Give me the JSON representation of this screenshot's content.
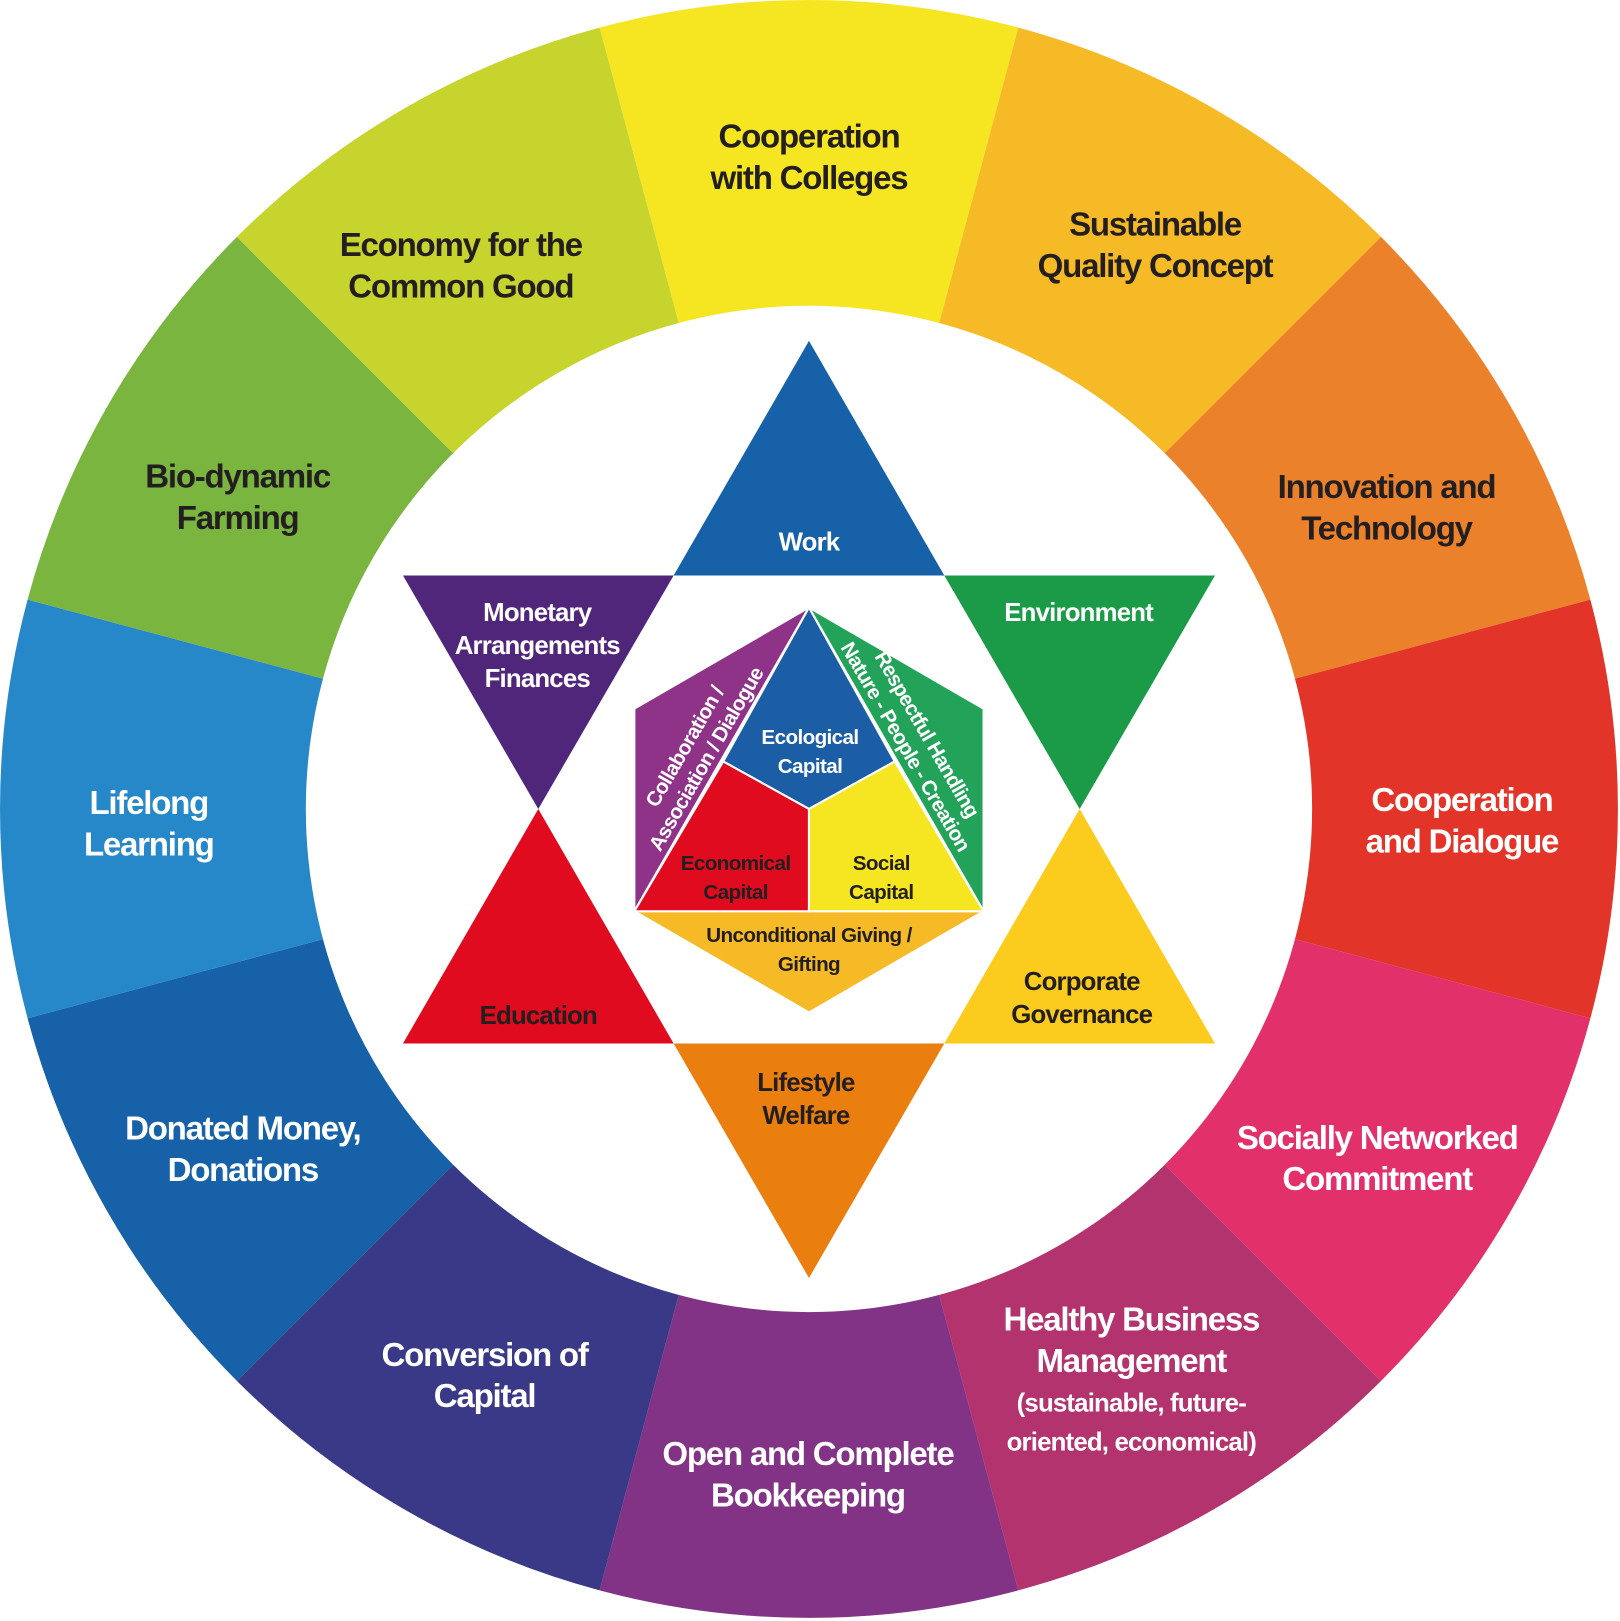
{
  "ring": [
    {
      "lines": [
        "Cooperation",
        "with Colleges"
      ],
      "color": "#F6E622",
      "text": "dark"
    },
    {
      "lines": [
        "Sustainable",
        "Quality Concept"
      ],
      "color": "#F6BA27",
      "text": "dark"
    },
    {
      "lines": [
        "Innovation and",
        "Technology"
      ],
      "color": "#EC812B",
      "text": "dark"
    },
    {
      "lines": [
        "Cooperation",
        "and Dialogue"
      ],
      "color": "#E23428",
      "text": "light"
    },
    {
      "lines": [
        "Socially Networked",
        "Commitment"
      ],
      "color": "#E2306B",
      "text": "light"
    },
    {
      "lines": [
        "Healthy Business",
        "Management",
        "(sustainable, future-",
        "oriented, economical)"
      ],
      "color": "#B2336D",
      "text": "light"
    },
    {
      "lines": [
        "Open and Complete",
        "Bookkeeping"
      ],
      "color": "#823385",
      "text": "light"
    },
    {
      "lines": [
        "Conversion of",
        "Capital"
      ],
      "color": "#393988",
      "text": "light"
    },
    {
      "lines": [
        "Donated Money,",
        "Donations"
      ],
      "color": "#1661A7",
      "text": "light"
    },
    {
      "lines": [
        "Lifelong",
        "Learning"
      ],
      "color": "#2688C8",
      "text": "light"
    },
    {
      "lines": [
        "Bio-dynamic",
        "Farming"
      ],
      "color": "#7AB53F",
      "text": "dark"
    },
    {
      "lines": [
        "Economy for the",
        "Common Good"
      ],
      "color": "#C8D42E",
      "text": "dark"
    }
  ],
  "star": {
    "work": {
      "lines": [
        "Work"
      ],
      "color": "#1661A7"
    },
    "environment": {
      "lines": [
        "Environment"
      ],
      "color": "#1B9B48"
    },
    "governance": {
      "lines": [
        "Corporate",
        "Governance"
      ],
      "color": "#FBCB1E"
    },
    "lifestyle": {
      "lines": [
        "Lifestyle",
        "Welfare"
      ],
      "color": "#EA7E0E"
    },
    "education": {
      "lines": [
        "Education"
      ],
      "color": "#E00B1E"
    },
    "monetary": {
      "lines": [
        "Monetary",
        "Arrangements",
        "Finances"
      ],
      "color": "#4F267A"
    }
  },
  "core": {
    "ecological": {
      "lines": [
        "Ecological",
        "Capital"
      ],
      "color": "#1B5EA6"
    },
    "economical": {
      "lines": [
        "Economical",
        "Capital"
      ],
      "color": "#E00B1E"
    },
    "social": {
      "lines": [
        "Social",
        "Capital"
      ],
      "color": "#F6E622"
    },
    "giving": {
      "lines": [
        "Unconditional Giving /",
        "Gifting"
      ],
      "color": "#F6BA27"
    },
    "collaboration": {
      "lines": [
        "Collaboration /",
        "Association / Dialogue"
      ],
      "color": "#8E3387"
    },
    "respectful": {
      "lines": [
        "Respectful Handling",
        "Nature - People - Creation"
      ],
      "color": "#23A35A"
    }
  }
}
